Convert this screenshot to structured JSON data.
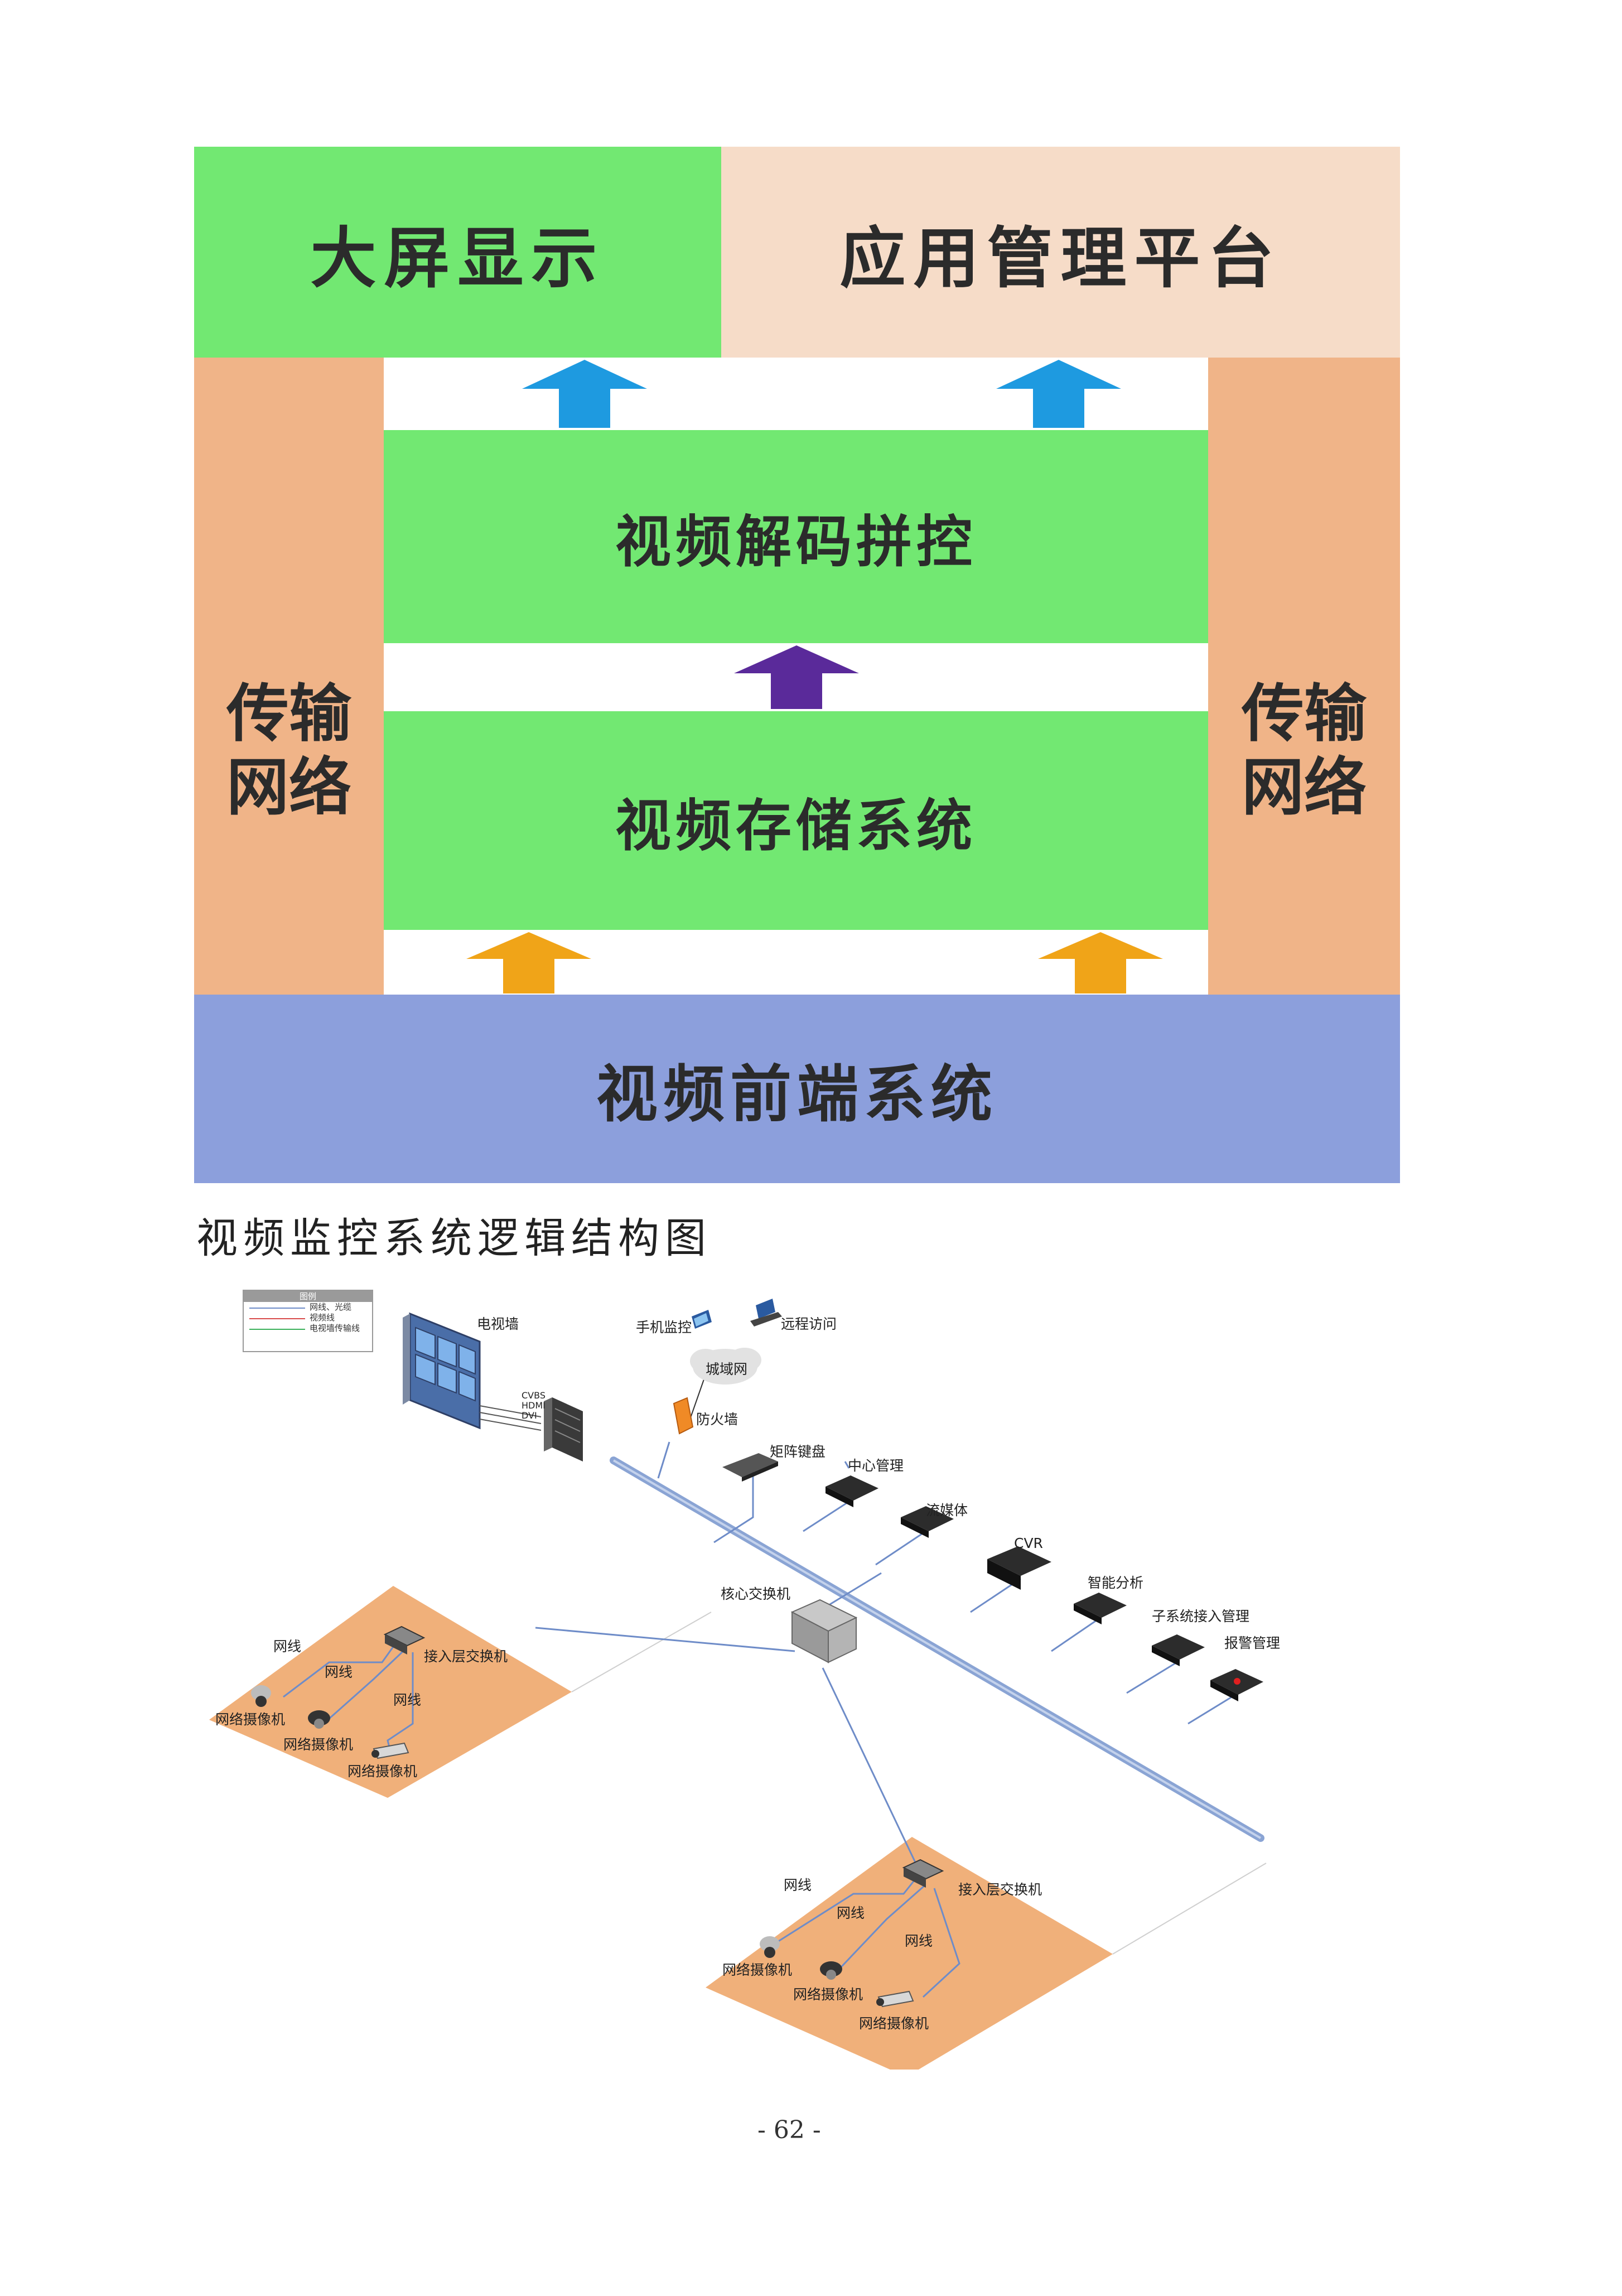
{
  "logic_diagram": {
    "screen_display": "大屏显示",
    "app_platform": "应用管理平台",
    "transport_left": [
      "传输",
      "网络"
    ],
    "transport_right": [
      "传输",
      "网络"
    ],
    "decode_control": "视频解码拼控",
    "storage_system": "视频存储系统",
    "frontend_system": "视频前端系统",
    "colors": {
      "green": "#72e872",
      "peach": "#f6dcc8",
      "orange": "#f0b488",
      "blue_band": "#8c9fdc",
      "arrow_blue": "#1e9ae0",
      "arrow_purple": "#5a2a9a",
      "arrow_gold": "#f0a418"
    }
  },
  "caption_logic": "视频监控系统逻辑结构图",
  "topology": {
    "legend": {
      "title": "图例",
      "items": [
        "网线、光缆",
        "视频线",
        "电视墙传输线"
      ],
      "colors": [
        "#6e8cc8",
        "#d84a4a",
        "#3ab05a"
      ]
    },
    "tv_wall": "电视墙",
    "signal_ports": [
      "CVBS",
      "HDMI",
      "DVI"
    ],
    "mobile_monitor": "手机监控",
    "remote_access": "远程访问",
    "metro_network": "城域网",
    "firewall": "防火墙",
    "matrix_keyboard": "矩阵键盘",
    "central_management": "中心管理",
    "streaming_media": "流媒体",
    "cvr": "CVR",
    "smart_analysis": "智能分析",
    "subsystem_access": "子系统接入管理",
    "alarm_management": "报警管理",
    "core_switch": "核心交换机",
    "site_left": {
      "access_switch": "接入层交换机",
      "cable_labels": [
        "网线",
        "网线",
        "网线"
      ],
      "cameras": [
        "网络摄像机",
        "网络摄像机",
        "网络摄像机"
      ]
    },
    "site_right": {
      "access_switch": "接入层交换机",
      "cable_labels": [
        "网线",
        "网线",
        "网线"
      ],
      "cameras": [
        "网络摄像机",
        "网络摄像机",
        "网络摄像机"
      ]
    }
  },
  "page_number": "- 62 -"
}
